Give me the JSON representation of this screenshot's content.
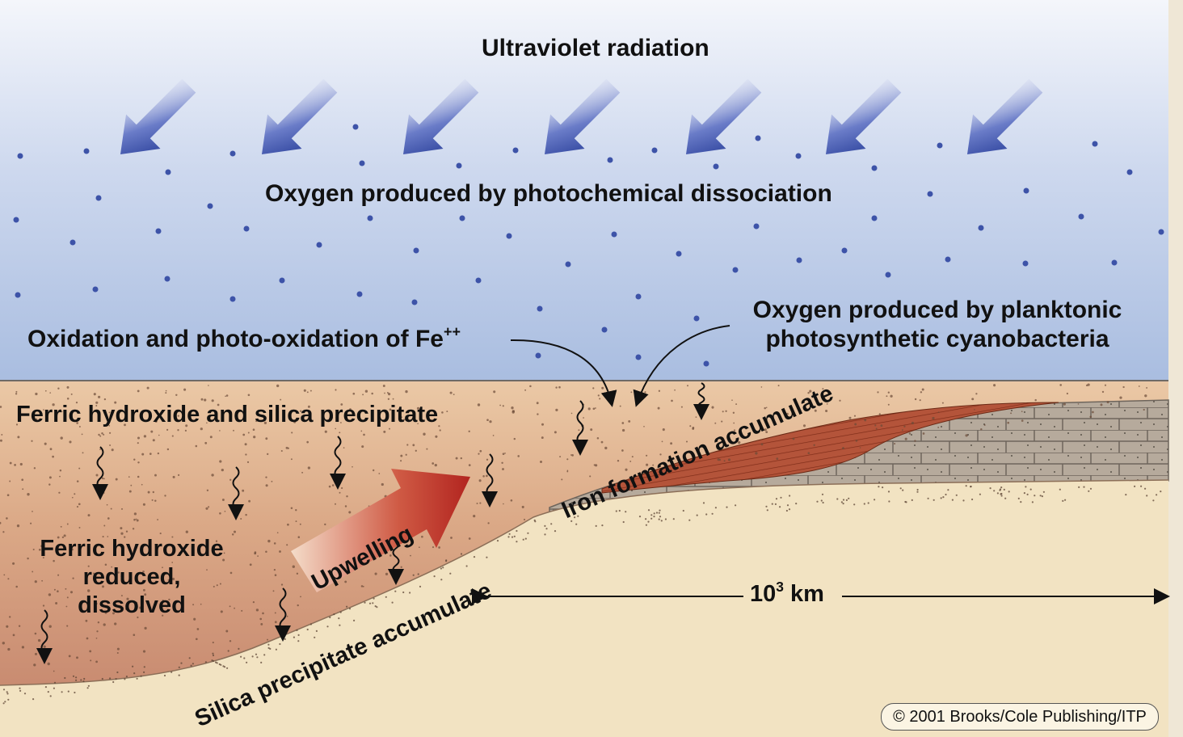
{
  "labels": {
    "ultraviolet": "Ultraviolet radiation",
    "oxygen_photochemical": "Oxygen produced by photochemical dissociation",
    "oxidation_main": "Oxidation and photo-oxidation of Fe",
    "oxidation_sup": "++",
    "oxygen_planktonic_line1": "Oxygen produced by planktonic",
    "oxygen_planktonic_line2": "photosynthetic cyanobacteria",
    "ferric_precipitate": "Ferric hydroxide and silica precipitate",
    "iron_formation": "Iron formation accumulate",
    "ferric_reduced_line1": "Ferric hydroxide",
    "ferric_reduced_line2": "reduced,",
    "ferric_reduced_line3": "dissolved",
    "upwelling": "Upwelling",
    "silica_accumulate": "Silica precipitate accumulate",
    "scale_base": "10",
    "scale_exp": "3",
    "scale_unit": " km",
    "copyright": "© 2001 Brooks/Cole Publishing/ITP"
  },
  "colors": {
    "sky_top": "#f4f6fb",
    "sky_bottom": "#a9bde0",
    "ocean_top": "#ebc8a4",
    "ocean_deep": "#c98a6e",
    "seafloor": "#f2e3c2",
    "limestone": "#b3a698",
    "iron_band": "#a8492c",
    "uv_arrow": "#2b3f9c",
    "oxygen_dot": "#3d53a8",
    "upwelling_arrow": "#c0302a"
  }
}
